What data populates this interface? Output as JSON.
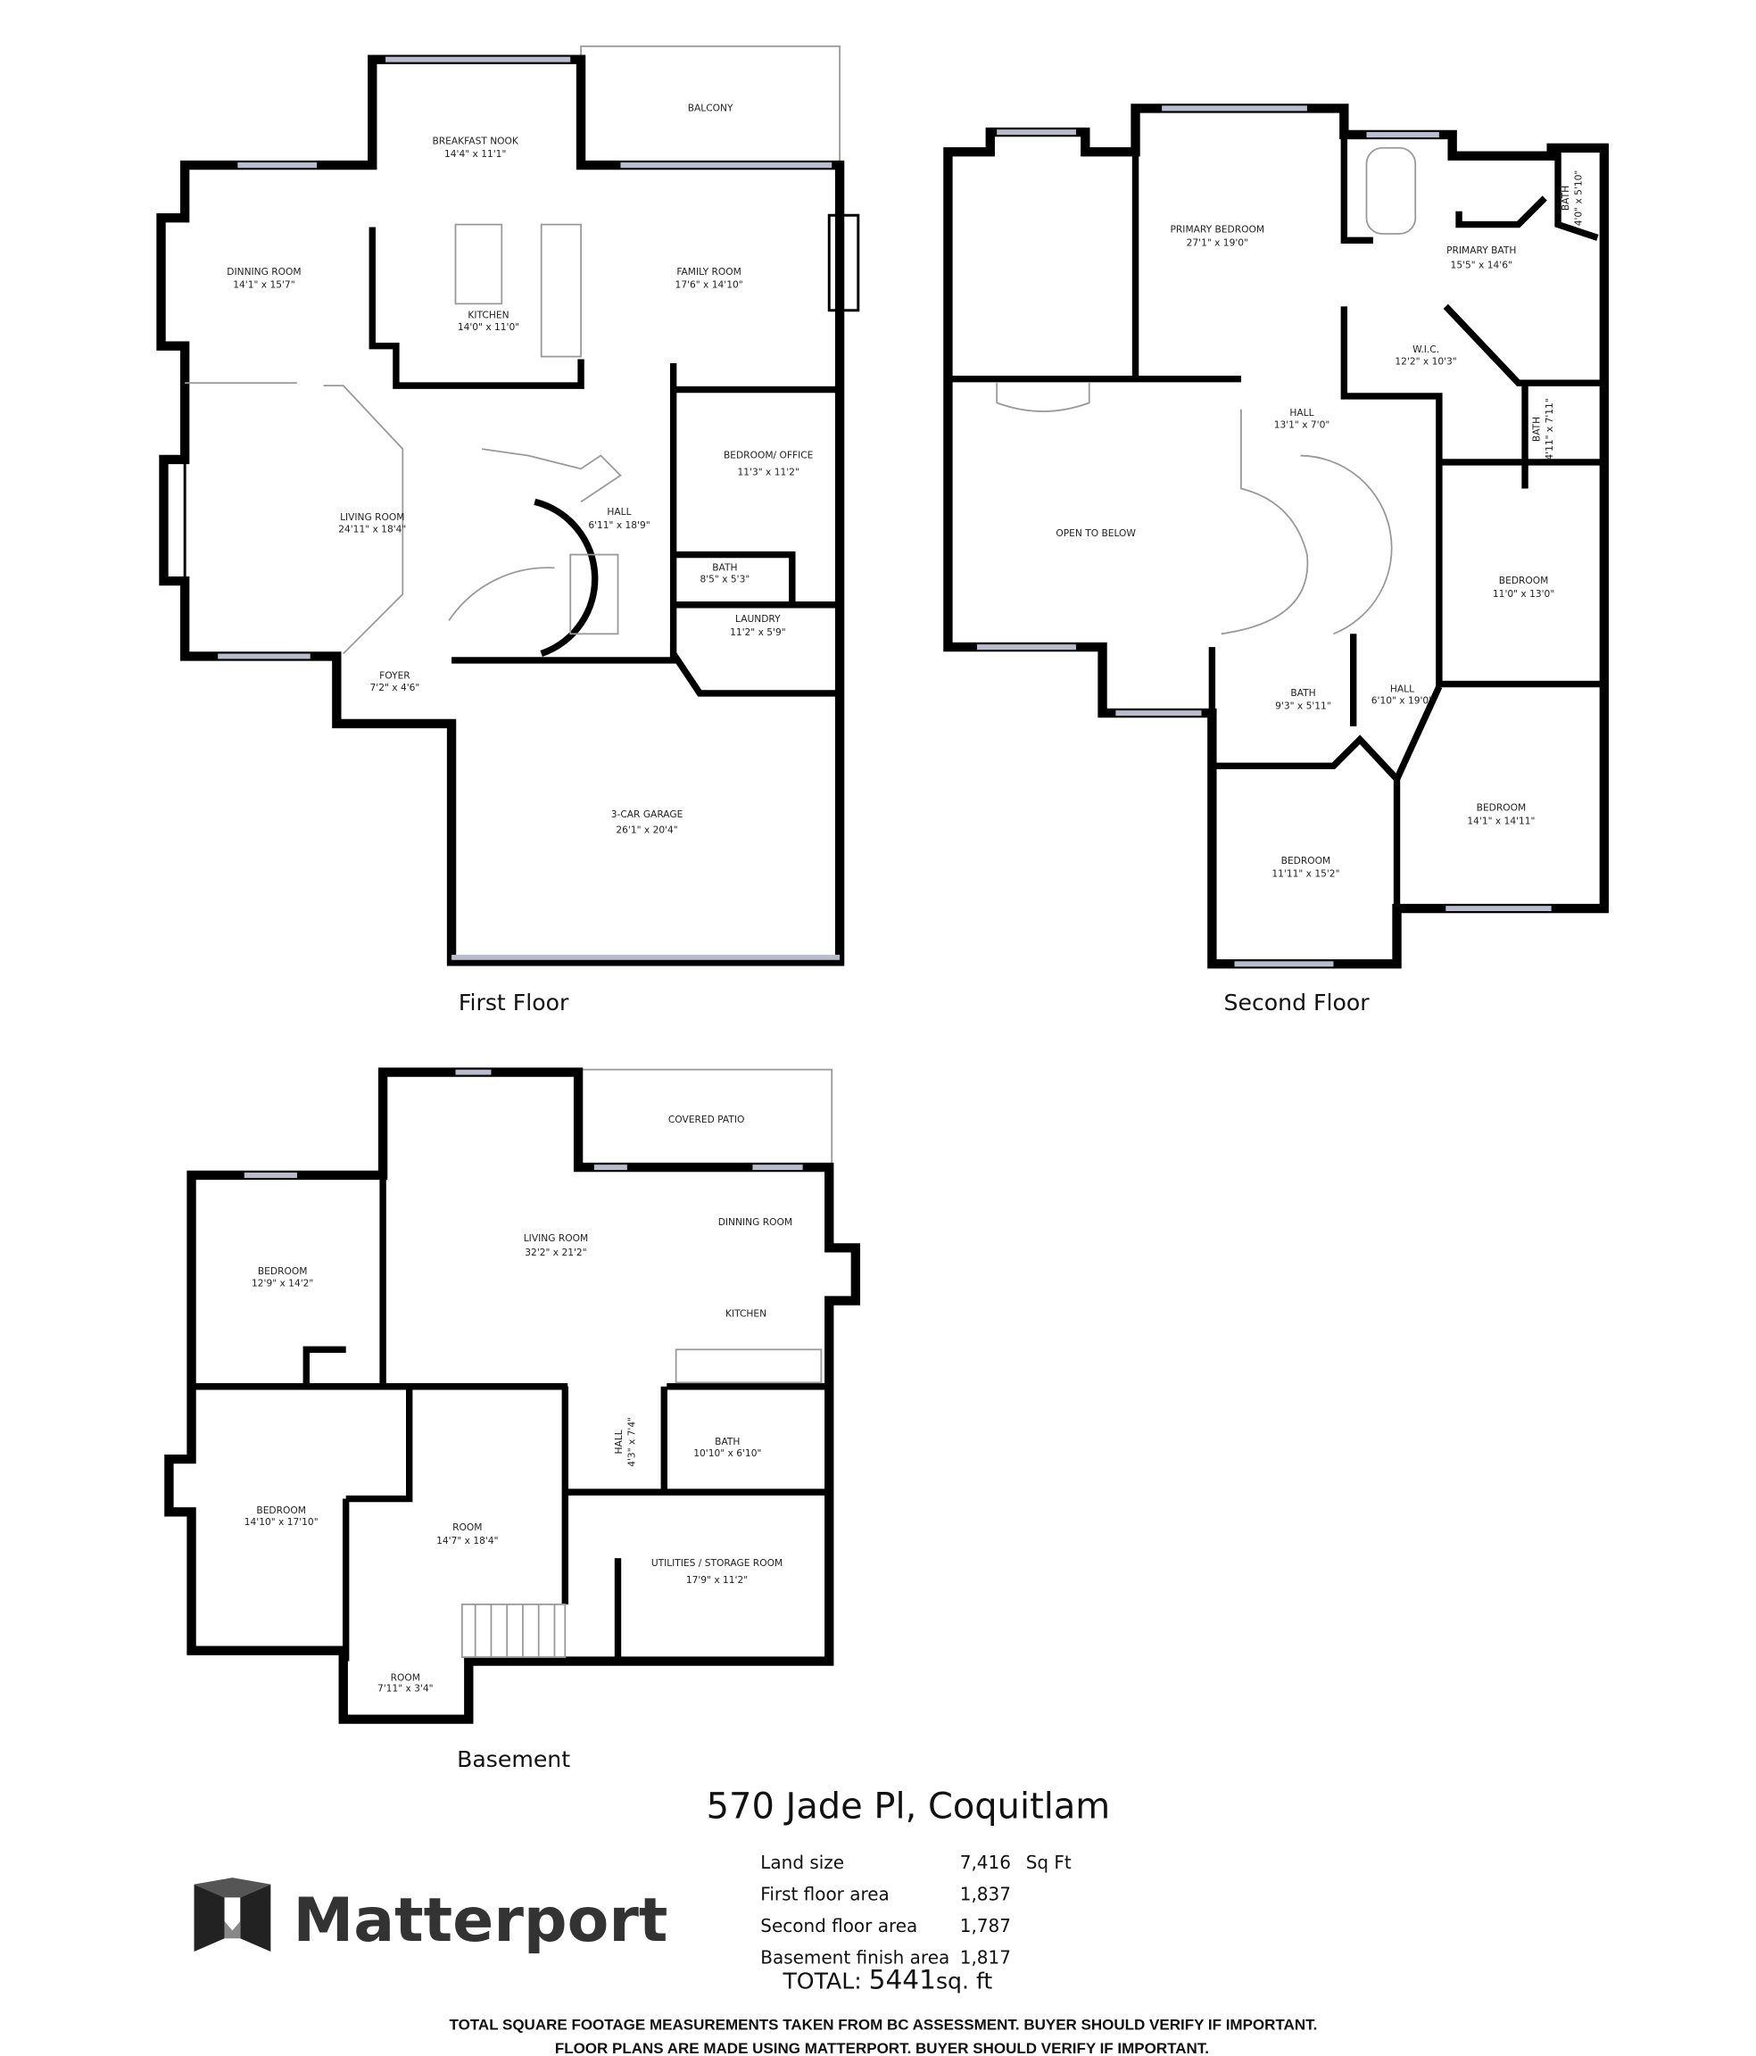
{
  "first_floor": {
    "label": "First Floor",
    "rooms": [
      {
        "name": "BREAKFAST NOOK",
        "size": "14'4\" x 11'1\""
      },
      {
        "name": "BALCONY",
        "size": ""
      },
      {
        "name": "DINNING ROOM",
        "size": "14'1\" x 15'7\""
      },
      {
        "name": "KITCHEN",
        "size": "14'0\" x 11'0\""
      },
      {
        "name": "FAMILY ROOM",
        "size": "17'6\" x 14'10\""
      },
      {
        "name": "LIVING ROOM",
        "size": "24'11\" x 18'4\""
      },
      {
        "name": "HALL",
        "size": "6'11\" x 18'9\""
      },
      {
        "name": "BEDROOM/ OFFICE",
        "size": "11'3\" x 11'2\""
      },
      {
        "name": "BATH",
        "size": "8'5\" x 5'3\""
      },
      {
        "name": "LAUNDRY",
        "size": "11'2\" x 5'9\""
      },
      {
        "name": "FOYER",
        "size": "7'2\" x 4'6\""
      },
      {
        "name": "3-CAR GARAGE",
        "size": "26'1\" x 20'4\""
      }
    ]
  },
  "second_floor": {
    "label": "Second Floor",
    "rooms": [
      {
        "name": "PRIMARY BEDROOM",
        "size": "27'1\" x 19'0\""
      },
      {
        "name": "PRIMARY BATH",
        "size": "15'5\" x 14'6\""
      },
      {
        "name": "BATH",
        "size": "4'0\" x 5'10\""
      },
      {
        "name": "W.I.C.",
        "size": "12'2\" x 10'3\""
      },
      {
        "name": "HALL",
        "size": "13'1\" x 7'0\""
      },
      {
        "name": "BATH",
        "size": "4'11\" x 7'11\""
      },
      {
        "name": "OPEN TO BELOW",
        "size": ""
      },
      {
        "name": "BEDROOM",
        "size": "11'0\" x 13'0\""
      },
      {
        "name": "BATH",
        "size": "9'3\" x 5'11\""
      },
      {
        "name": "HALL",
        "size": "6'10\" x 19'0\""
      },
      {
        "name": "BEDROOM",
        "size": "14'1\" x 14'11\""
      },
      {
        "name": "BEDROOM",
        "size": "11'11\" x 15'2\""
      }
    ]
  },
  "basement": {
    "label": "Basement",
    "rooms": [
      {
        "name": "COVERED PATIO",
        "size": ""
      },
      {
        "name": "BEDROOM",
        "size": "12'9\" x 14'2\""
      },
      {
        "name": "LIVING ROOM",
        "size": "32'2\" x 21'2\""
      },
      {
        "name": "DINNING ROOM",
        "size": ""
      },
      {
        "name": "KITCHEN",
        "size": ""
      },
      {
        "name": "HALL",
        "size": "4'3\" x 7'4\""
      },
      {
        "name": "BATH",
        "size": "10'10\" x 6'10\""
      },
      {
        "name": "BEDROOM",
        "size": "14'10\" x 17'10\""
      },
      {
        "name": "ROOM",
        "size": "14'7\" x 18'4\""
      },
      {
        "name": "UTILITIES / STORAGE ROOM",
        "size": "17'9\" x 11'2\""
      },
      {
        "name": "ROOM",
        "size": "7'11\" x 3'4\""
      }
    ]
  },
  "address": "570 Jade Pl, Coquitlam",
  "stats": [
    {
      "label": "Land size",
      "value": "7,416",
      "unit": "Sq Ft"
    },
    {
      "label": "First floor area",
      "value": "1,837"
    },
    {
      "label": "Second floor area",
      "value": "1,787"
    },
    {
      "label": "Basement finish area",
      "value": "1,817"
    }
  ],
  "total": {
    "prefix": "TOTAL: ",
    "value": "5441",
    "unit": "sq. ft"
  },
  "logo": {
    "text": "Matterport",
    "icon": "matterport-logo-icon"
  },
  "disclaimer": [
    "TOTAL SQUARE FOOTAGE MEASUREMENTS TAKEN FROM BC ASSESSMENT. BUYER SHOULD VERIFY IF IMPORTANT.",
    "FLOOR PLANS ARE MADE USING MATTERPORT. BUYER SHOULD VERIFY IF IMPORTANT."
  ]
}
